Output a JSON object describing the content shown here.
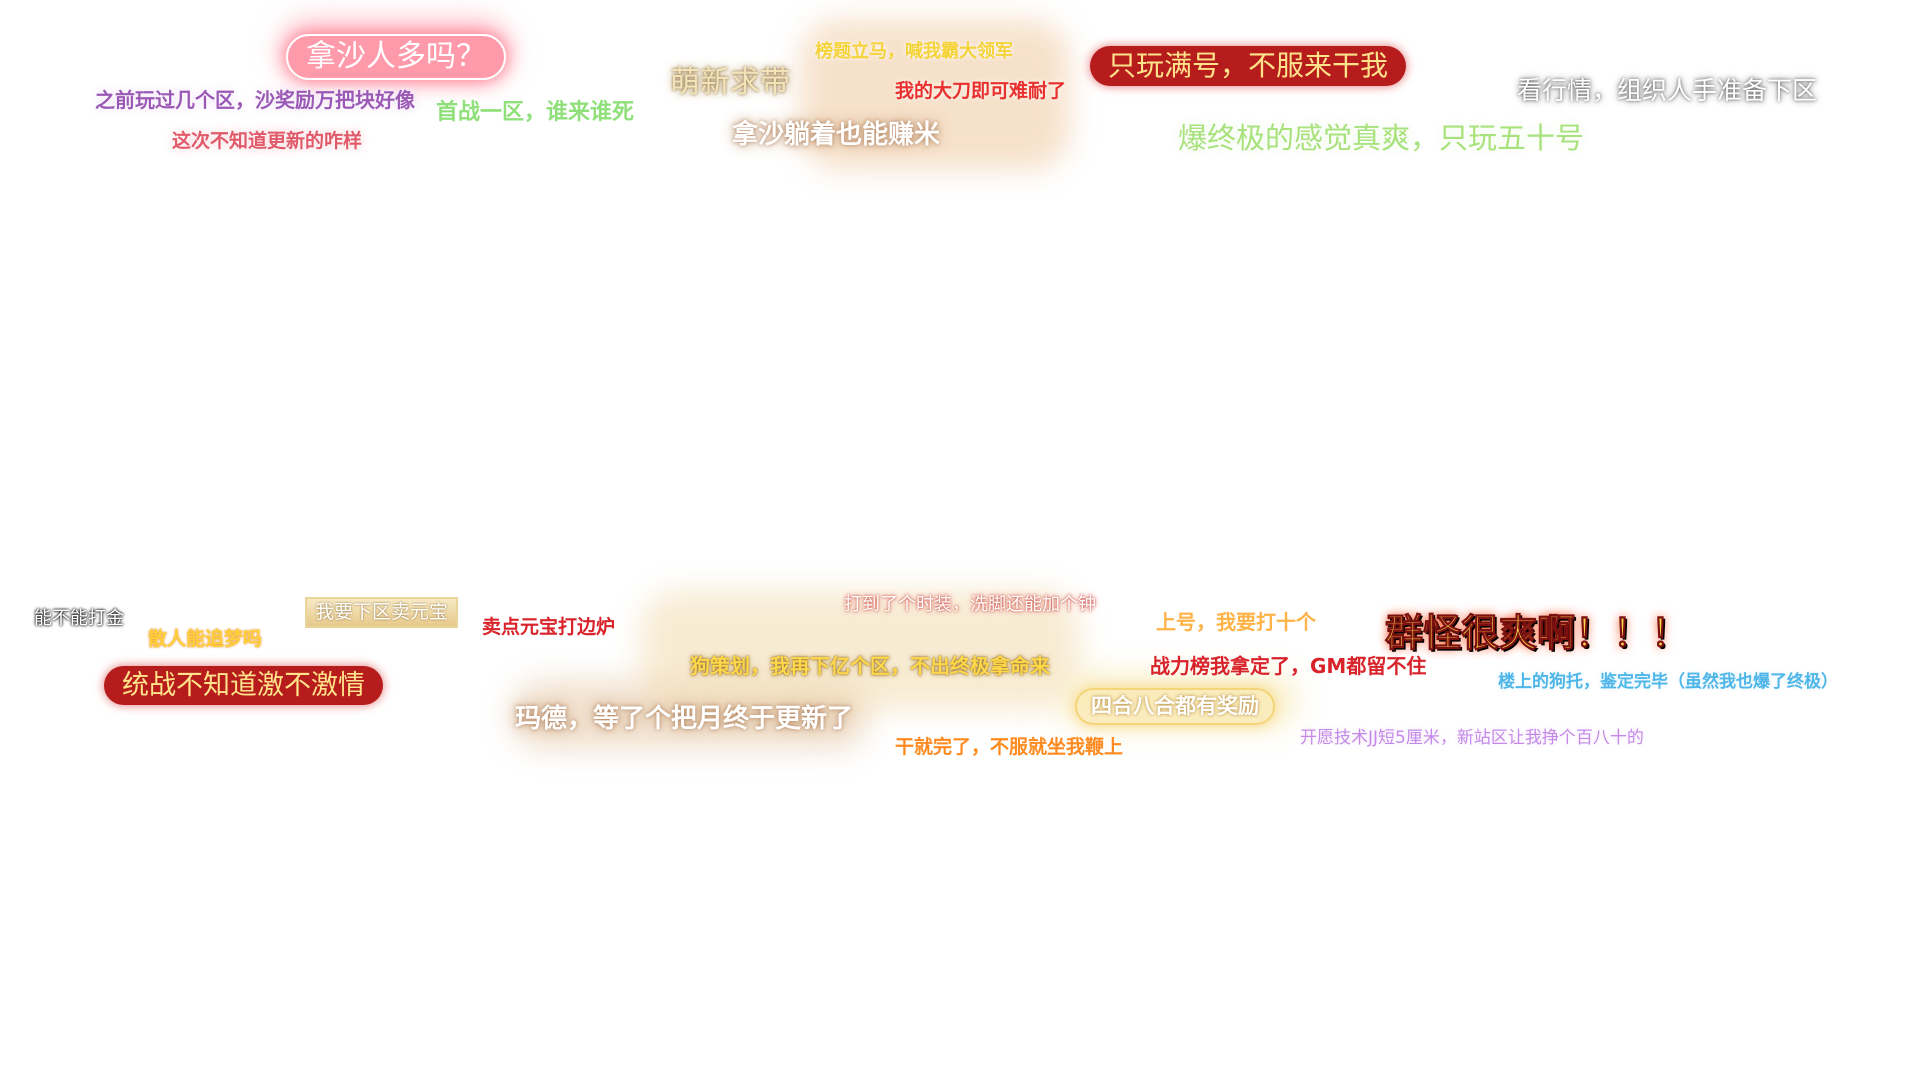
{
  "barrage": {
    "top": [
      {
        "text": "拿沙人多吗？",
        "color": "#ffffff",
        "bg": "#ff8fa3"
      },
      {
        "text": "之前玩过几个区，沙奖励万把块好像",
        "color": "#9b59b6"
      },
      {
        "text": "这次不知道更新的咋样",
        "color": "#e05a6a"
      },
      {
        "text": "首战一区，谁来谁死",
        "color": "#8fe07a"
      },
      {
        "text": "萌新求带",
        "color": "#f3e3b8"
      },
      {
        "text": "榜题立马，喊我霸大领军",
        "color": "#f5d33a"
      },
      {
        "text": "我的大刀即可难耐了",
        "color": "#e8302e"
      },
      {
        "text": "拿沙躺着也能赚米",
        "color": "#ffffff"
      },
      {
        "text": "只玩满号，不服来干我",
        "color": "#ffe38a",
        "bg": "#b71c1c"
      },
      {
        "text": "看行情，组织人手准备下区",
        "color": "#ffffff"
      },
      {
        "text": "爆终极的感觉真爽，只玩五十号",
        "color": "#a8e27c"
      }
    ],
    "bottom": [
      {
        "text": "能不能打金",
        "color": "#ffffff"
      },
      {
        "text": "我要下区卖元宝",
        "color": "#ffffff"
      },
      {
        "text": "散人能追梦吗",
        "color": "#ffcf3a"
      },
      {
        "text": "卖点元宝打边炉",
        "color": "#d8232a"
      },
      {
        "text": "打到了个时装，洗脚还能加个钟",
        "color": "#ffffff"
      },
      {
        "text": "上号，我要打十个",
        "color": "#ffb347"
      },
      {
        "text": "群怪很爽啊！！！",
        "color": "#ffd84a"
      },
      {
        "text": "统战不知道激不激情",
        "color": "#ffe38a",
        "bg": "#b71c1c"
      },
      {
        "text": "狗策划，我再下亿个区，不出终极拿命来",
        "color": "#ffd84a"
      },
      {
        "text": "战力榜我拿定了，GM都留不住",
        "color": "#d8232a"
      },
      {
        "text": "楼上的狗托，鉴定完毕（虽然我也爆了终极）",
        "color": "#4fb6e8"
      },
      {
        "text": "玛德，等了个把月终于更新了",
        "color": "#ffffff"
      },
      {
        "text": "四合八合都有奖励",
        "color": "#ffffff"
      },
      {
        "text": "干就完了，不服就坐我鞭上",
        "color": "#ff8a1f"
      },
      {
        "text": "开愿技术JJ短5厘米，新站区让我挣个百八十的",
        "color": "#c58ae8"
      }
    ]
  }
}
